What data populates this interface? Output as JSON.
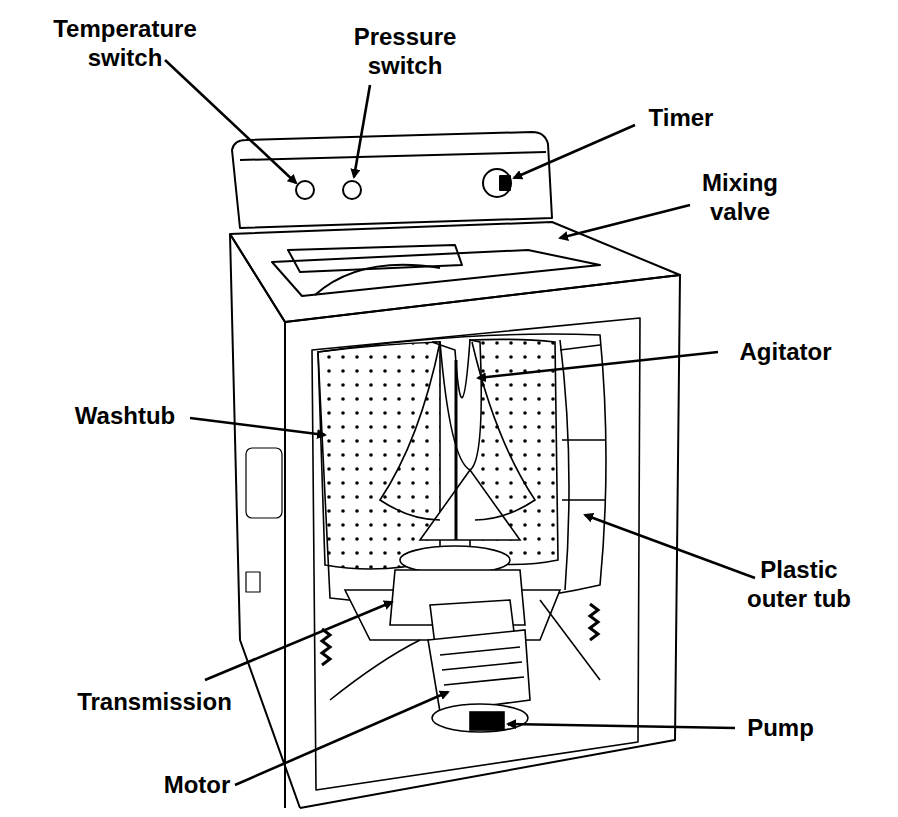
{
  "diagram": {
    "labels": [
      "Temperature switch",
      "Pressure switch",
      "Timer",
      "Mixing valve",
      "Agitator",
      "Washtub",
      "Plastic outer tub",
      "Transmission",
      "Pump",
      "Motor"
    ]
  }
}
